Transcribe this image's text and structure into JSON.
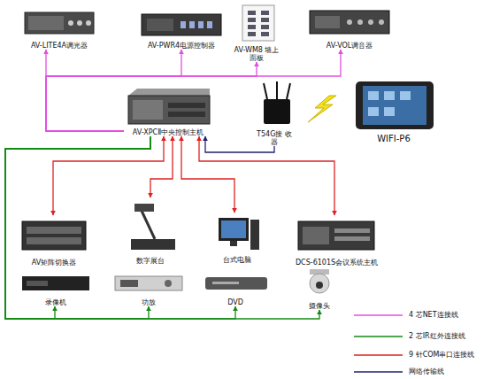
{
  "diagram": {
    "nodes": [
      {
        "text": [
          "AV-LITE4A调光器"
        ]
      },
      {
        "text": [
          "AV-PWR4电源控制器"
        ]
      },
      {
        "text": [
          "AV-WM8 墙上面板"
        ]
      },
      {
        "text": [
          "AV-VOL调音器"
        ]
      },
      {
        "text": [
          "AV-XPCⅡ中央控制主机"
        ]
      },
      {
        "text": [
          "T54G接 收器"
        ]
      },
      {
        "text": [
          "WIFI-P6"
        ]
      },
      {
        "text": [
          "AV矩阵切换器"
        ]
      },
      {
        "text": [
          "数字展台"
        ]
      },
      {
        "text": [
          "台式电脑"
        ]
      },
      {
        "text": [
          "DCS-6101S会议系统主机"
        ]
      },
      {
        "text": [
          "录像机"
        ]
      },
      {
        "text": [
          "功放"
        ]
      },
      {
        "text": [
          "DVD"
        ]
      },
      {
        "text": [
          "摄像头"
        ]
      }
    ],
    "edges": [
      {
        "from": 4,
        "to": 0,
        "arrow": "to"
      },
      {
        "from": 4,
        "to": 1,
        "arrow": "to"
      },
      {
        "from": 4,
        "to": 2,
        "arrow": "to"
      },
      {
        "from": 4,
        "to": 3,
        "arrow": "to"
      },
      {
        "from": 4,
        "to": 7,
        "arrow": "both"
      },
      {
        "from": 4,
        "to": 8,
        "arrow": "both"
      },
      {
        "from": 4,
        "to": 9,
        "arrow": "both"
      },
      {
        "from": 4,
        "to": 10,
        "arrow": "both"
      },
      {
        "from": 4,
        "to": 11,
        "arrow": "to"
      },
      {
        "from": 4,
        "to": 12,
        "arrow": "to"
      },
      {
        "from": 4,
        "to": 13,
        "arrow": "to"
      },
      {
        "from": 4,
        "to": 14,
        "arrow": "to"
      },
      {
        "from": 5,
        "to": 4,
        "arrow": "to"
      }
    ],
    "legend": [
      {
        "text": "4 芯NET连接线"
      },
      {
        "text": "2 芯IR红外连接线"
      },
      {
        "text": "9 针COM串口连接线"
      },
      {
        "text": "网络传输线"
      }
    ]
  }
}
